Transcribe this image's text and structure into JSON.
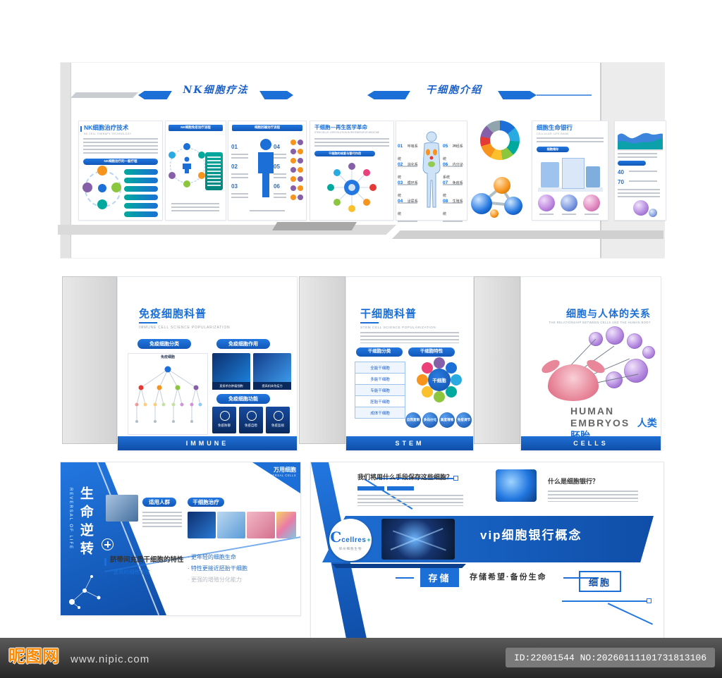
{
  "colors": {
    "primary": "#1b6fd6",
    "deep": "#0f4ea8",
    "teal": "#00a99d",
    "orange": "#f7941d",
    "purple": "#8560a8"
  },
  "watermark": {
    "site_name": "昵图网",
    "site_url": "www.nipic.com",
    "image_id": "ID:22001544 NO:20260111101731813106"
  },
  "top_wall": {
    "banner_left": "NK细胞疗法",
    "banner_right": "干细胞介绍",
    "nk_panel": {
      "title": "NK细胞治疗技术",
      "subtitle": "NK CELL THERAPY TECHNOLOGY",
      "section_bar": "NK细胞治疗的一般疗程"
    },
    "cycle_panel": {
      "header": "NK细胞免疫治疗流程"
    },
    "steps_panel": {
      "header": "细胞回输治疗流程",
      "steps_left": [
        "01",
        "02",
        "03"
      ],
      "steps_right": [
        "04",
        "05",
        "06"
      ]
    },
    "stem_panel": {
      "title": "干细胞—再生医学革命",
      "subtitle": "STEM CELLS : A REVOLUTION IN REGENERATIVE MEDICINE",
      "section_bar": "干细胞的修复与替代作用"
    },
    "body_panel": {
      "systems_left": [
        {
          "num": "01",
          "label": "呼吸系统"
        },
        {
          "num": "02",
          "label": "消化系统"
        },
        {
          "num": "03",
          "label": "循环系统"
        },
        {
          "num": "04",
          "label": "泌尿系统"
        }
      ],
      "systems_right": [
        {
          "num": "05",
          "label": "神经系统"
        },
        {
          "num": "06",
          "label": "内分泌系统"
        },
        {
          "num": "07",
          "label": "免疫系统"
        },
        {
          "num": "08",
          "label": "生殖系统"
        }
      ]
    },
    "bank_panel": {
      "title": "细胞生命银行",
      "subtitle": "CELLULAR LIFE BANK",
      "section_bar": "细胞储存"
    },
    "chart_panel": {
      "stat1": "40",
      "stat2": "70"
    }
  },
  "middle": {
    "immune": {
      "title": "免疫细胞科普",
      "subtitle": "IMMUNE CELL SCIENCE POPULARIZATION",
      "section1": "免疫细胞分类",
      "section2": "免疫细胞作用",
      "section3": "免疫细胞功能",
      "tree_root": "免疫细胞",
      "captions": [
        "直接杀伤肿瘤细胞",
        "提高机体免疫力"
      ],
      "functions": [
        "免疫防御",
        "免疫自稳",
        "免疫监视"
      ],
      "band": "IMMUNE"
    },
    "stem": {
      "title": "干细胞科普",
      "subtitle": "STEM CELL SCIENCE POPULARIZATION",
      "section1": "干细胞分类",
      "section2": "干细胞特性",
      "types": [
        "全能干细胞",
        "多能干细胞",
        "专能干细胞",
        "胚胎干细胞",
        "成体干细胞"
      ],
      "center": "干细胞",
      "traits": [
        "自我复制",
        "多向分化",
        "高度增殖",
        "免疫调节"
      ],
      "band": "STEM"
    },
    "cells": {
      "title": "细胞与人体的关系",
      "subtitle": "THE RELATIONSHIP BETWEEN CELLS AND THE HUMAN BODY",
      "en1": "HUMAN",
      "en2": "EMBRYOS",
      "cn": "人类胚胎",
      "band": "CELLS"
    }
  },
  "bottom_left": {
    "vertical_cn": "生命逆转",
    "vertical_en": "REVERSAL OF LIFE",
    "corner_cn": "万用细胞",
    "corner_en": "UNIVERSAL CELLS",
    "label1": "适用人群",
    "label2": "干细胞治疗",
    "feature_title": "脐带间充质干细胞的特性",
    "feature_a": "· 更高的细胞活性",
    "feature_b": "· 更年轻的细胞生命",
    "feature_c": "· 特性更接近胚胎干细胞",
    "feature_d": "· 更强的增殖分化能力"
  },
  "bottom_right": {
    "q1": "我们将用什么手段保存这些细胞？",
    "q2": "什么是细胞银行？",
    "logo_c": "C",
    "logo_text": "cellres",
    "logo_plus": "+",
    "logo_sub": "郑州细胞生物",
    "band_title": "vip细胞银行概念",
    "store": "存储",
    "slogan": "存储希望·备份生命",
    "cell": "细胞"
  }
}
